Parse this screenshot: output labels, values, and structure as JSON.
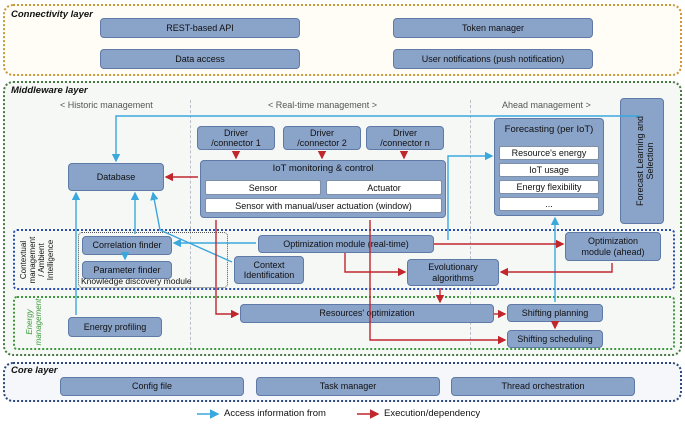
{
  "connectivity": {
    "title": "Connectivity layer",
    "rest_api": "REST-based API",
    "data_access": "Data access",
    "token_manager": "Token manager",
    "user_notifications": "User notifications (push notification)"
  },
  "middleware": {
    "title": "Middleware layer",
    "hdr_historic": "< Historic management",
    "hdr_realtime": "< Real-time management >",
    "hdr_ahead": "Ahead management >",
    "forecast_learning": "Forecast Learning and Selection",
    "driver1": "Driver\n/connector 1",
    "driver2": "Driver\n/connector 2",
    "drivern": "Driver\n/connector n",
    "database": "Database",
    "iot_title": "IoT monitoring & control",
    "sensor": "Sensor",
    "actuator": "Actuator",
    "sensor_manual": "Sensor with manual/user actuation (window)",
    "forecasting_title": "Forecasting (per IoT)",
    "fc_items": [
      "Resource's energy",
      "IoT usage",
      "Energy flexibility",
      "..."
    ],
    "ctx_label": "Contextual\nmanagement\n/ Ambient\nIntelligence",
    "correlation_finder": "Correlation finder",
    "parameter_finder": "Parameter finder",
    "knowledge_discovery": "Knowledge discovery module",
    "context_identification": "Context\nIdentification",
    "opt_realtime": "Optimization module (real-time)",
    "opt_ahead": "Optimization\nmodule (ahead)",
    "evolutionary": "Evolutionary\nalgorithms",
    "energy_mgmt_label": "Energy\nmanagement",
    "energy_profiling": "Energy profiling",
    "resources_opt": "Resources' optimization",
    "shifting_planning": "Shifting planning",
    "shifting_scheduling": "Shifting scheduling"
  },
  "core": {
    "title": "Core layer",
    "config_file": "Config file",
    "task_manager": "Task manager",
    "thread_orchestration": "Thread orchestration"
  },
  "legend": {
    "access": "Access information from",
    "execution": "Execution/dependency"
  },
  "colors": {
    "box": "#8aa3c9",
    "blue_arrow": "#3aa7dd",
    "red_arrow": "#c0272d",
    "connectivity_border": "#c99a3a",
    "middleware_border": "#4a7a46",
    "core_border": "#2e4a7a",
    "contextual_border": "#2d4fb0",
    "energy_border": "#3f9a3f"
  }
}
